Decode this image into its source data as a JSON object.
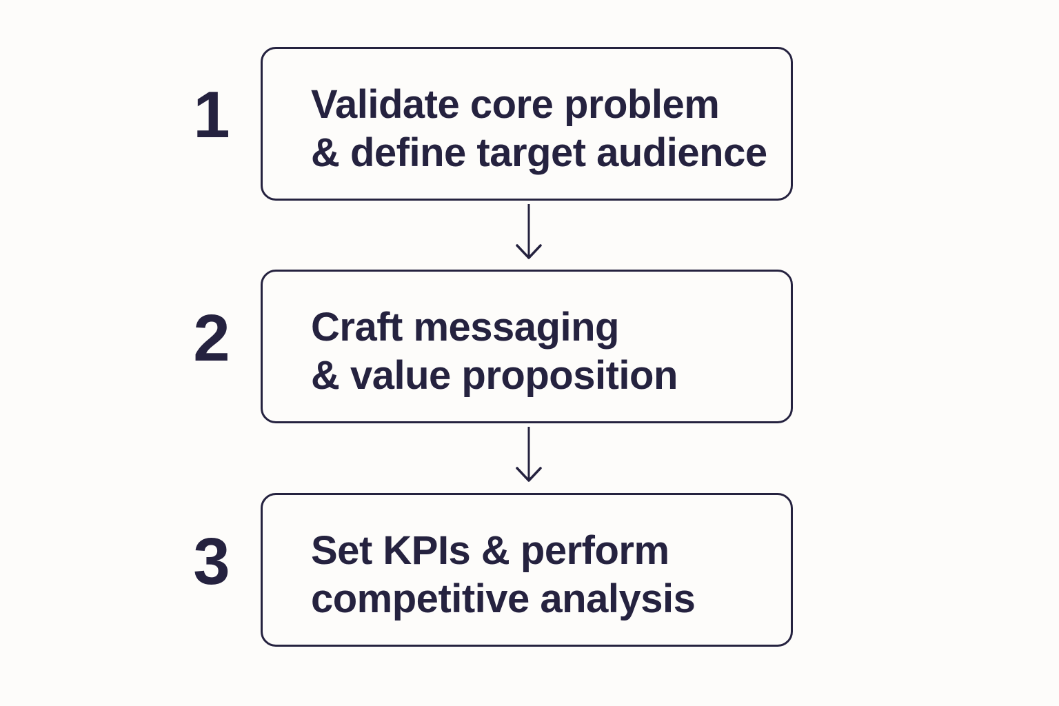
{
  "steps": [
    {
      "number": "1",
      "line1": "Validate core problem",
      "line2": "& define target audience"
    },
    {
      "number": "2",
      "line1": "Craft messaging",
      "line2": "& value proposition"
    },
    {
      "number": "3",
      "line1": "Set KPIs & perform",
      "line2": "competitive analysis"
    }
  ],
  "colors": {
    "ink": "#25223f",
    "background": "#fdfcfa"
  }
}
